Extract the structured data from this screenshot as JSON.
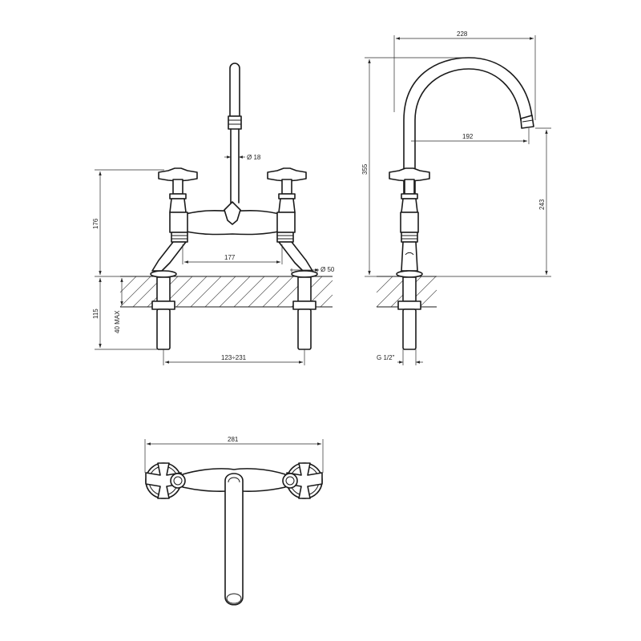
{
  "dimensions": {
    "width_total": "228",
    "spout_reach": "192",
    "height_total": "355",
    "spout_height": "243",
    "spout_diameter": "Ø 18",
    "handle_height": "176",
    "inner_spacing": "177",
    "base_diameter": "Ø 50",
    "under_deck": "115",
    "deck_max": "40 MAX",
    "center_range": "123÷231",
    "thread": "G 1/2\"",
    "plan_width": "281"
  }
}
